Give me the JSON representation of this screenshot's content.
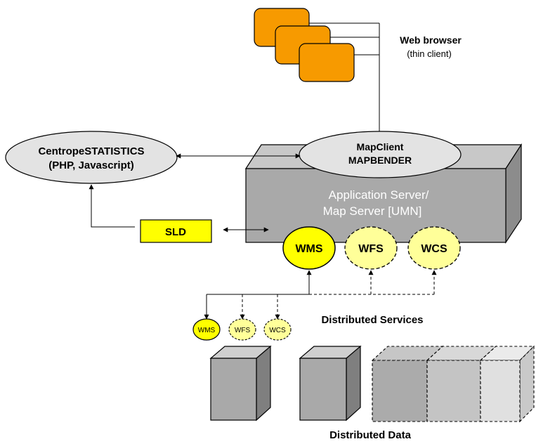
{
  "browser": {
    "title": "Web browser",
    "subtitle": "(thin client)"
  },
  "statistics": {
    "line1": "CentropeSTATISTICS",
    "line2": "(PHP, Javascript)"
  },
  "mapclient": {
    "line1": "MapClient",
    "line2": "MAPBENDER"
  },
  "server": {
    "line1": "Application Server/",
    "line2": "Map Server [UMN]"
  },
  "sld": {
    "label": "SLD"
  },
  "services_main": {
    "wms": "WMS",
    "wfs": "WFS",
    "wcs": "WCS"
  },
  "services_small": {
    "wms": "WMS",
    "wfs": "WFS",
    "wcs": "WCS"
  },
  "labels": {
    "distributed_services": "Distributed Services",
    "distributed_data": "Distributed Data"
  },
  "colors": {
    "browser_orange": "#f79a00",
    "ellipse_gray": "#e3e3e3",
    "server_front": "#a9a9a9",
    "server_top": "#c8c8c8",
    "server_side": "#8c8c8c",
    "wms_yellow": "#ffff00",
    "virtual_yellow": "#ffff99",
    "sld_yellow": "#ffff00"
  }
}
